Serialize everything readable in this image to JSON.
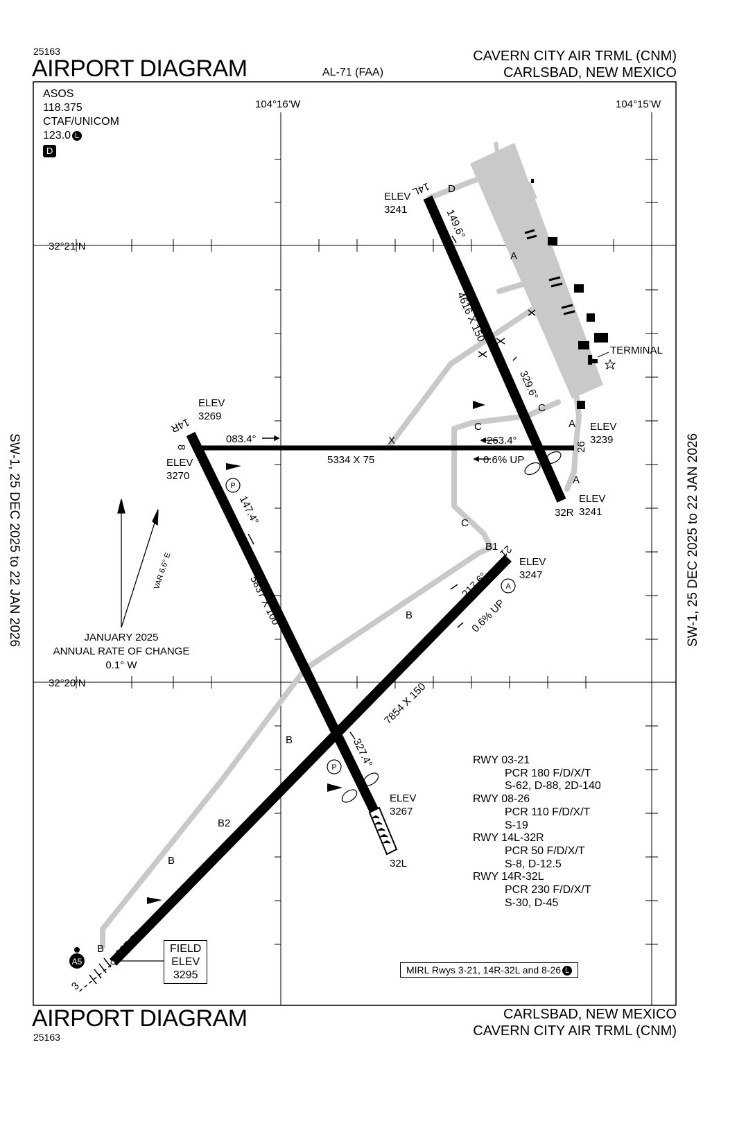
{
  "header": {
    "chart_number": "25163",
    "title": "AIRPORT DIAGRAM",
    "chart_code": "AL-71 (FAA)",
    "airport_name": "CAVERN CITY AIR TRML (CNM)",
    "location": "CARLSBAD, NEW MEXICO"
  },
  "footer": {
    "chart_number": "25163",
    "title": "AIRPORT DIAGRAM",
    "airport_name": "CAVERN CITY AIR TRML (CNM)",
    "location": "CARLSBAD, NEW MEXICO"
  },
  "side_text": {
    "left": "SW-1,  25 DEC 2025  to  22 JAN 2026",
    "right": "SW-1,  25 DEC 2025  to  22 JAN 2026"
  },
  "comms": {
    "asos_label": "ASOS",
    "asos_freq": "118.375",
    "ctaf_label": "CTAF/UNICOM",
    "ctaf_freq": "123.0",
    "ctaf_badge": "L",
    "d_box": "D"
  },
  "grid": {
    "lon_left": "104°16’W",
    "lon_right": "104°15’W",
    "lat_top": "32°21’N",
    "lat_bottom": "32°20’N"
  },
  "magvar": {
    "var": "VAR 6.6° E",
    "line1": "JANUARY 2025",
    "line2": "ANNUAL RATE OF CHANGE",
    "line3": "0.1° W"
  },
  "runways": {
    "r14l_label": "14L",
    "r32r_label": "32R",
    "r14l_32r_bearing_a": "149.6°",
    "r14l_32r_bearing_b": "329.6°",
    "r14l_32r_dims": "4616 X 150",
    "r14r_label": "14R",
    "r32l_label": "32L",
    "r14r_32l_bearing_a": "147.4°",
    "r14r_32l_bearing_b": "327.4°",
    "r14r_32l_dims": "5837 X 100",
    "r8_label": "8",
    "r26_label": "26",
    "r8_26_bearing_a": "083.4°",
    "r8_26_bearing_b": "263.4°",
    "r8_26_dims": "5334 X 75",
    "r8_26_slope": "0.6% UP",
    "r3_label": "3",
    "r21_label": "21",
    "r3_21_bearing_a": "037.5°",
    "r3_21_bearing_b": "217.6°",
    "r3_21_dims": "7854 X 150",
    "r3_21_slope": "0.6% UP"
  },
  "elevations": {
    "elev_label": "ELEV",
    "e14l": "3241",
    "e14r": "3269",
    "e8": "3270",
    "e26": "3239",
    "e32r": "3241",
    "e21": "3247",
    "e32l": "3267",
    "field_label_1": "FIELD",
    "field_label_2": "ELEV",
    "field_value": "3295"
  },
  "taxiways": {
    "a": "A",
    "b": "B",
    "b1": "B1",
    "b2": "B2",
    "c": "C",
    "d": "D",
    "x": "X",
    "a5": "A5",
    "p": "P",
    "terminal": "TERMINAL"
  },
  "pcr_table": [
    {
      "rwy": "RWY 03-21",
      "pcr": "PCR 180 F/D/X/T",
      "gear": "S-62, D-88, 2D-140"
    },
    {
      "rwy": "RWY 08-26",
      "pcr": "PCR 110 F/D/X/T",
      "gear": "S-19"
    },
    {
      "rwy": "RWY 14L-32R",
      "pcr": "PCR 50 F/D/X/T",
      "gear": "S-8, D-12.5"
    },
    {
      "rwy": "RWY 14R-32L",
      "pcr": "PCR 230 F/D/X/T",
      "gear": "S-30, D-45"
    }
  ],
  "lighting": {
    "mirl": "MIRL Rwys 3-21, 14R-32L and 8-26",
    "badge": "L"
  }
}
